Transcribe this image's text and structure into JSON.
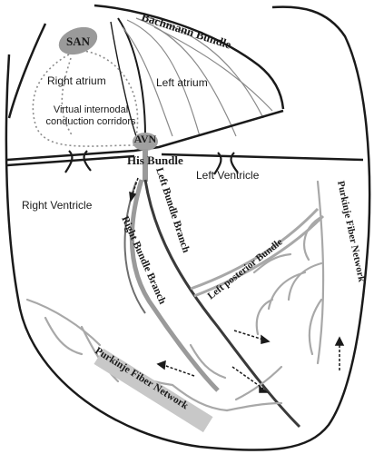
{
  "diagram": {
    "labels": {
      "san": "SAN",
      "bachmann_bundle": "Bachmann Bundle",
      "right_atrium": "Right atrium",
      "left_atrium": "Left atrium",
      "virtual_corridors_line1": "Virtual internodal",
      "virtual_corridors_line2": "conduction corridors",
      "avn": "AVN",
      "his_bundle": "His Bundle",
      "left_ventricle": "Left Ventricle",
      "right_ventricle": "Right Ventricle",
      "left_bundle_branch": "Left Bundle Branch",
      "right_bundle_branch": "Right Bundle Branch",
      "left_posterior_bundle": "Left posterior Bundle",
      "purkinje_right": "Purkinje Fiber Network",
      "purkinje_bottom": "Purkinje Fiber Network"
    },
    "colors": {
      "outline": "#1a1a1a",
      "node_fill": "#9a9a9a",
      "fiber": "#a8a8a8",
      "corridor": "#8c8c8c",
      "label_box": "#c8c8c8"
    }
  }
}
